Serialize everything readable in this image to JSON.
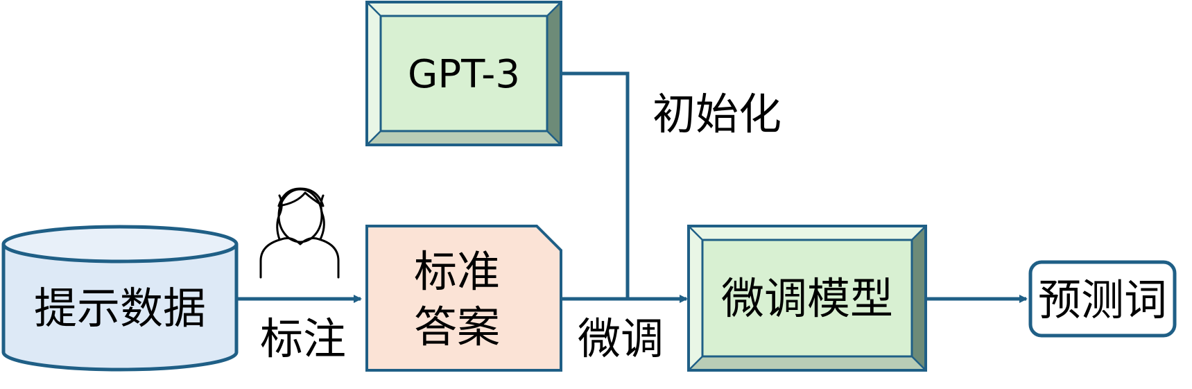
{
  "nodes": {
    "prompt_data": "提示数据",
    "gpt3": "GPT-3",
    "standard_answer_line1": "标准",
    "standard_answer_line2": "答案",
    "finetuned_model": "微调模型",
    "predicted_words": "预测词"
  },
  "edges": {
    "annotate": "标注",
    "initialize": "初始化",
    "finetune": "微调"
  },
  "icons": {
    "annotator": "person-icon"
  },
  "colors": {
    "stroke": "#1f5f86",
    "database_fill": "#dde9f6",
    "database_top_fill": "#e8f0f9",
    "model_fill": "#d8f0d2",
    "model_bevel_light": "#e9f6e6",
    "model_bevel_mid": "#b9cdb6",
    "model_bevel_dark": "#6d8b78",
    "answer_fill": "#fbe3d6"
  }
}
